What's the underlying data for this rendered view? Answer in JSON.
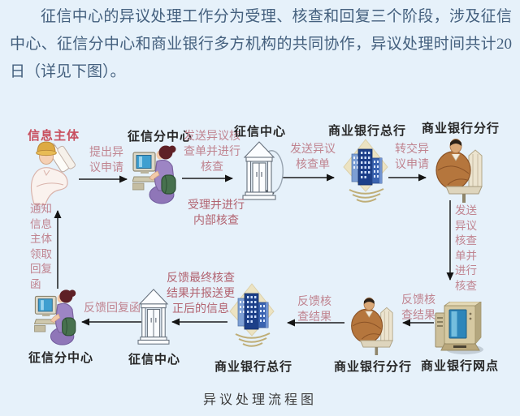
{
  "intro": {
    "text": "征信中心的异议处理工作分为受理、核查和回复三个阶段，涉及征信中心、征信分中心和商业银行多方机构的共同协作，异议处理时间共计20日（详见下图）。"
  },
  "caption": "异议处理流程图",
  "colors": {
    "page_background": "#e6f1fa",
    "intro_text": "#44607e",
    "node_label": "#262626",
    "accent_label": "#c8505f",
    "edge_label": "#c08490",
    "arrow": "#1c1c1c",
    "screen_blue": "#3f9fd0",
    "building_navy": "#1c3f88",
    "diamond_tan": "#ece3c2"
  },
  "nodes": {
    "info_subject": "信息主体",
    "subcenter_top": "征信分中心",
    "center_top": "征信中心",
    "hq_top": "商业银行总行",
    "branch_top": "商业银行分行",
    "outlet": "商业银行网点",
    "branch_bottom": "商业银行分行",
    "hq_bottom": "商业银行总行",
    "center_bottom": "征信中心",
    "subcenter_bottom": "征信分中心"
  },
  "edges": {
    "submit": "提出异议申请",
    "subcenter_check": "发送异议核查单并进行核查",
    "internal_check": "受理并进行内部核查",
    "send_form": "发送异议核查单",
    "forward_request": "转交异议申请",
    "branch_check": "发送异议核查单并进行核查",
    "outlet_feedback": "反馈核查结果",
    "branch_feedback": "反馈核查结果",
    "final_feedback": "反馈最终核查结果并报送更正后的信息",
    "reply_letter": "反馈回复函",
    "notify_subject": "通知信息主体领取回复函"
  },
  "icons": {
    "info_subject": "hardhat-person-icon",
    "subcenter": "woman-at-computer-icon",
    "center": "bank-columns-icon",
    "hq": "office-buildings-icon",
    "branch": "man-at-desk-icon",
    "outlet": "computer-terminal-icon"
  }
}
